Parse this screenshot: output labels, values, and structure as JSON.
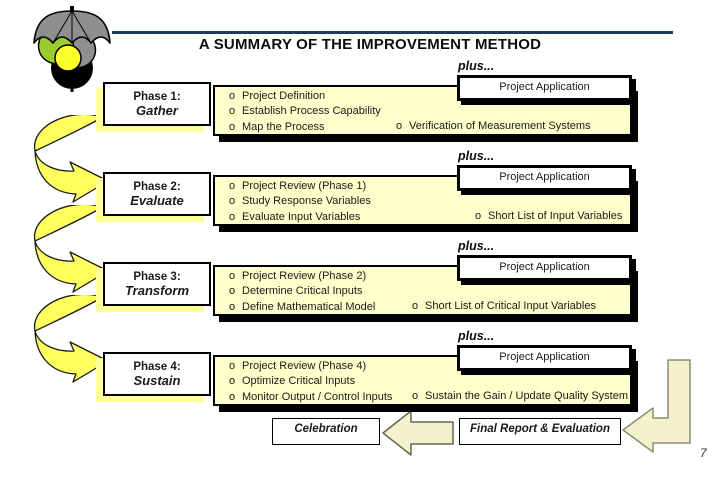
{
  "slide": {
    "title": "A SUMMARY OF THE IMPROVEMENT METHOD",
    "page_number": "7",
    "bullet_marker": "o"
  },
  "icons": {
    "logo": "umbrella-venn-diagram-logo"
  },
  "colors": {
    "header_rule": "#1f3a5f",
    "activity_box_fill": "#ffffcc",
    "connector_arrow_fill": "#ffff5e",
    "flow_arrow_fill": "#f4f1cd",
    "phase_box_shadow": "#ffff99"
  },
  "phases": [
    {
      "plus_label": "plus...",
      "application_box": "Project Application",
      "phase_title": "Phase 1:",
      "phase_name": "Gather",
      "bullets": [
        "Project Definition",
        "Establish Process Capability",
        "Map the Process"
      ],
      "extra_bullet": "Verification of Measurement Systems"
    },
    {
      "plus_label": "plus...",
      "application_box": "Project Application",
      "phase_title": "Phase 2:",
      "phase_name": "Evaluate",
      "bullets": [
        "Project Review (Phase 1)",
        "Study Response Variables",
        "Evaluate Input Variables"
      ],
      "extra_bullet": "Short List of Input Variables"
    },
    {
      "plus_label": "plus...",
      "application_box": "Project Application",
      "phase_title": "Phase 3:",
      "phase_name": "Transform",
      "bullets": [
        "Project Review (Phase 2)",
        "Determine Critical Inputs",
        "Define Mathematical Model"
      ],
      "extra_bullet": "Short List of Critical Input Variables"
    },
    {
      "plus_label": "plus...",
      "application_box": "Project Application",
      "phase_title": "Phase 4:",
      "phase_name": "Sustain",
      "bullets": [
        "Project Review (Phase 4)",
        "Optimize Critical Inputs",
        "Monitor Output / Control Inputs"
      ],
      "extra_bullet": "Sustain the Gain / Update Quality System"
    }
  ],
  "footer": {
    "celebration": "Celebration",
    "final_report": "Final Report & Evaluation"
  }
}
